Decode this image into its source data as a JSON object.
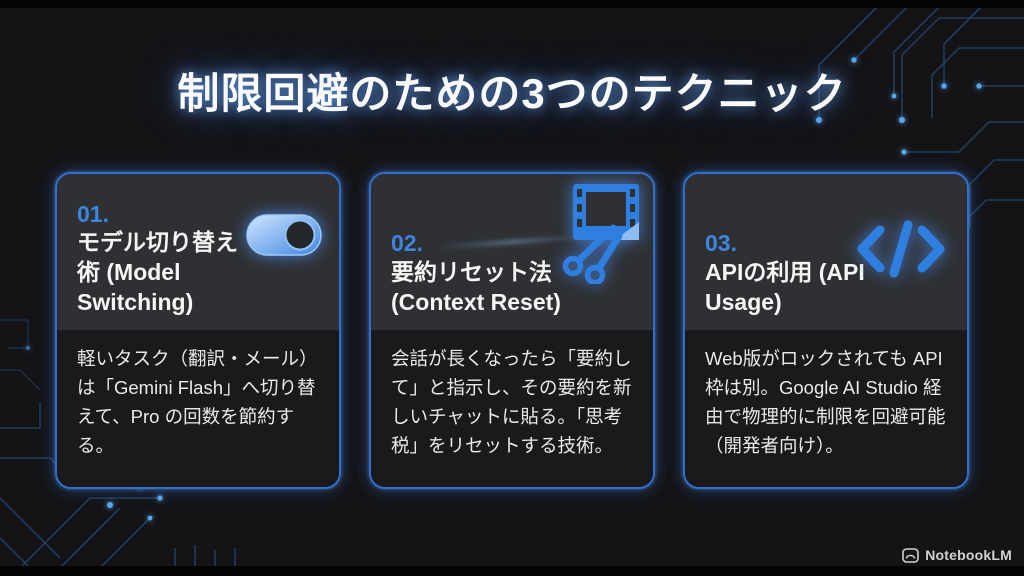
{
  "slide": {
    "title": "制限回避のための3つのテクニック",
    "watermark": "NotebookLM"
  },
  "cards": [
    {
      "number": "01.",
      "title": "モデル切り替え術 (Model Switching)",
      "body": "軽いタスク（翻訳・メール）は「Gemini Flash」へ切り替えて、Pro の回数を節約する。",
      "icon": "toggle-on-icon"
    },
    {
      "number": "02.",
      "title": "要約リセット法 (Context Reset)",
      "body": "会話が長くなったら「要約して」と指示し、その要約を新しいチャットに貼る。「思考税」をリセットする技術。",
      "icon": "film-scissors-icon"
    },
    {
      "number": "03.",
      "title": "APIの利用 (API Usage)",
      "body": "Web版がロックされても API 枠は別。Google AI Studio 経由で物理的に制限を回避可能（開発者向け）。",
      "icon": "code-icon"
    }
  ],
  "colors": {
    "page_bg": "#141417",
    "card_border": "#2f6fd0",
    "card_header_bg": "#2e3034",
    "card_body_bg": "#1a1a1d",
    "accent_blue": "#3d85dd",
    "icon_blue": "#2f7fe0",
    "title_glow": "#6eafff"
  }
}
